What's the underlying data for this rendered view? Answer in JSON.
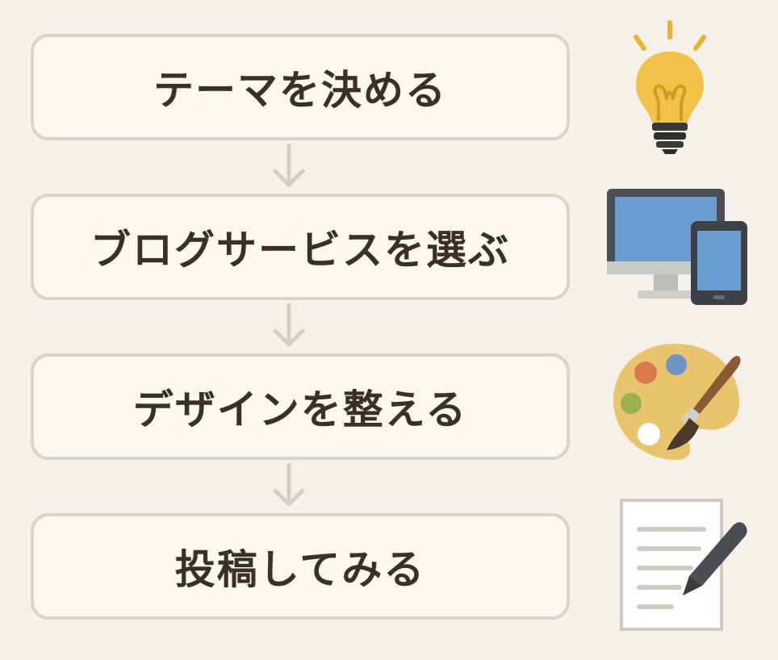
{
  "steps": [
    {
      "label": "テーマを決める",
      "icon": "lightbulb-icon"
    },
    {
      "label": "ブログサービスを選ぶ",
      "icon": "devices-icon"
    },
    {
      "label": "デザインを整える",
      "icon": "palette-icon"
    },
    {
      "label": "投稿してみる",
      "icon": "document-pen-icon"
    }
  ],
  "colors": {
    "background": "#f5f1e8",
    "box_fill": "#fbf8f1",
    "box_border": "#dcd4c2",
    "text": "#3b3027",
    "arrow": "#d6cfbf"
  }
}
